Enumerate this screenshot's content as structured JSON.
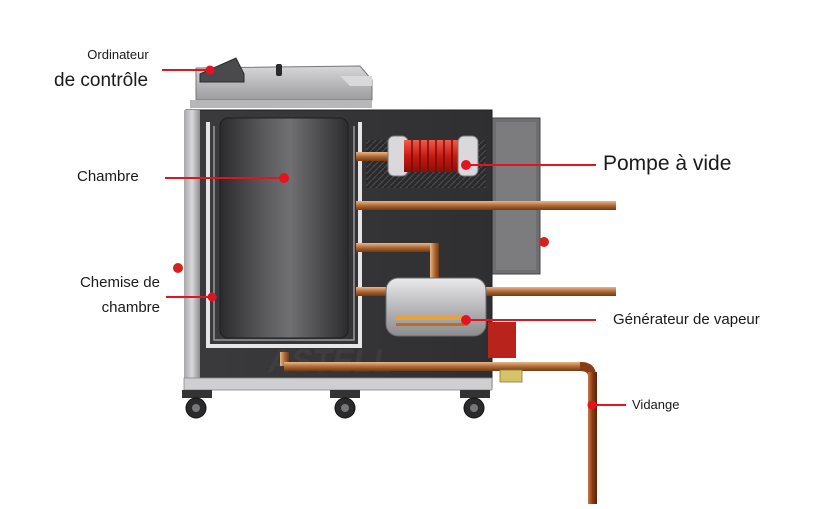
{
  "colors": {
    "leader": "#e3141f",
    "body_dark": "#3a3a3c",
    "pipe_copper": "#b46b35",
    "pipe_drain": "#8a3b14",
    "pump_red": "#d6221c"
  },
  "labels": {
    "ordinateur_line1": "Ordinateur",
    "ordinateur_line2": "de contrôle",
    "chambre": "Chambre",
    "chemise_line1": "Chemise de",
    "chemise_line2": "chambre",
    "pompe": "Pompe à vide",
    "generateur": "Générateur de vapeur",
    "vidange": "Vidange"
  },
  "machine_text": {
    "brand_watermark": "ASTELL"
  }
}
